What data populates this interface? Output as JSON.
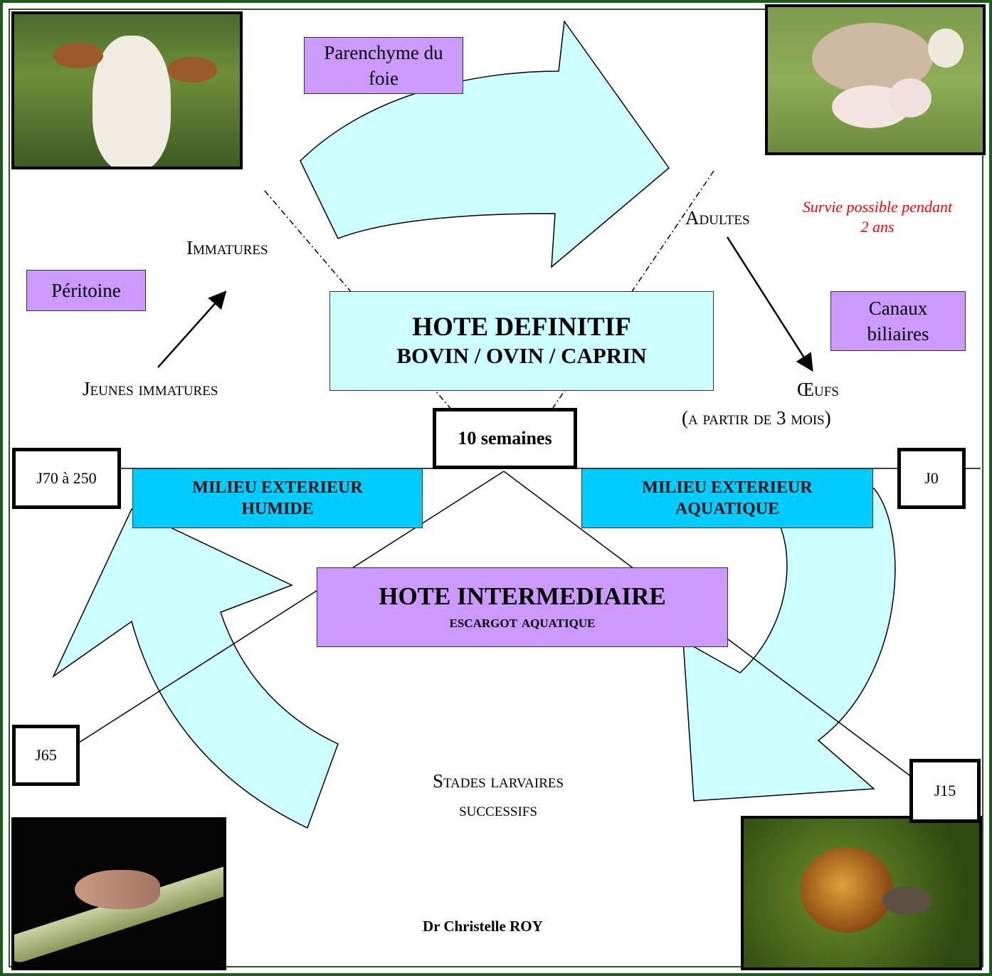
{
  "title_box": {
    "line1": "HOTE DEFINITIF",
    "line2": "BOVIN / OVIN / CAPRIN"
  },
  "intermediate_box": {
    "line1": "HOTE INTERMEDIAIRE",
    "line2": "Escargot aquatique"
  },
  "locations": {
    "parenchyme": "Parenchyme du foie",
    "peritoine": "Péritoine",
    "canaux": "Canaux biliaires"
  },
  "stages": {
    "immatures": "Immatures",
    "jeunes_immatures": "Jeunes immatures",
    "adultes": "Adultes",
    "oeufs": "Œufs",
    "oeufs_note": "(a partir de 3 mois)",
    "larvaires_1": "Stades larvaires",
    "larvaires_2": "successifs"
  },
  "survival_note": {
    "line1": "Survie possible pendant",
    "line2": "2 ans",
    "color": "#ff0000"
  },
  "duration": "10 semaines",
  "milieux": {
    "humide_1": "MILIEU EXTERIEUR",
    "humide_2": "HUMIDE",
    "aquatique_1": "MILIEU EXTERIEUR",
    "aquatique_2": "AQUATIQUE"
  },
  "day_tags": {
    "j70": "J70 à 250",
    "j0": "J0",
    "j65": "J65",
    "j15": "J15"
  },
  "author": "Dr Christelle ROY",
  "colors": {
    "purple": "#cc99ff",
    "light_cyan": "#ccffff",
    "cyan": "#00ccff",
    "frame_green": "#1f5a1f"
  }
}
